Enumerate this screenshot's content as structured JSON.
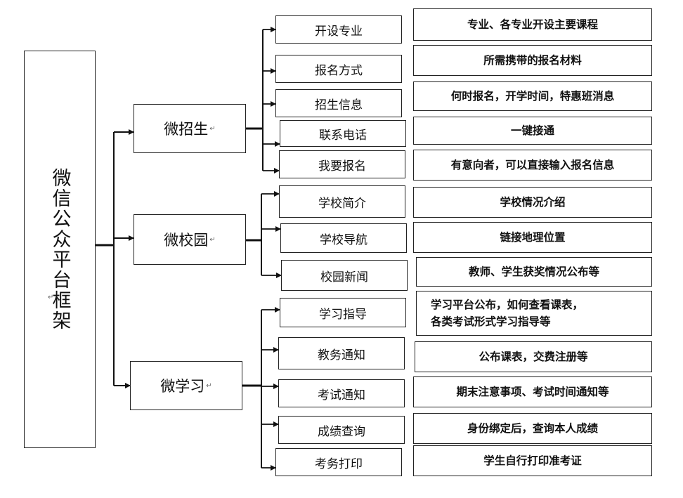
{
  "root": {
    "label": "微信公众平台框架"
  },
  "sections": [
    {
      "label": "微招生",
      "items": [
        {
          "label": "开设专业",
          "desc": "专业、各专业开设主要课程"
        },
        {
          "label": "报名方式",
          "desc": "所需携带的报名材料"
        },
        {
          "label": "招生信息",
          "desc": "何时报名，开学时间，特惠班消息"
        },
        {
          "label": "联系电话",
          "desc": "一键接通"
        },
        {
          "label": "我要报名",
          "desc": "有意向者，可以直接输入报名信息"
        }
      ]
    },
    {
      "label": "微校园",
      "items": [
        {
          "label": "学校简介",
          "desc": "学校情况介绍"
        },
        {
          "label": "学校导航",
          "desc": "链接地理位置"
        },
        {
          "label": "校园新闻",
          "desc": "教师、学生获奖情况公布等"
        }
      ]
    },
    {
      "label": "微学习",
      "items": [
        {
          "label": "学习指导",
          "desc": "学习平台公布，如何查看课表，",
          "desc2": "各类考试形式学习指导等"
        },
        {
          "label": "教务通知",
          "desc": "公布课表，交费注册等"
        },
        {
          "label": "考试通知",
          "desc": "期末注意事项、考试时间通知等"
        },
        {
          "label": "成绩查询",
          "desc": "身份绑定后，查询本人成绩"
        },
        {
          "label": "考务打印",
          "desc": "学生自行打印准考证"
        }
      ]
    }
  ]
}
